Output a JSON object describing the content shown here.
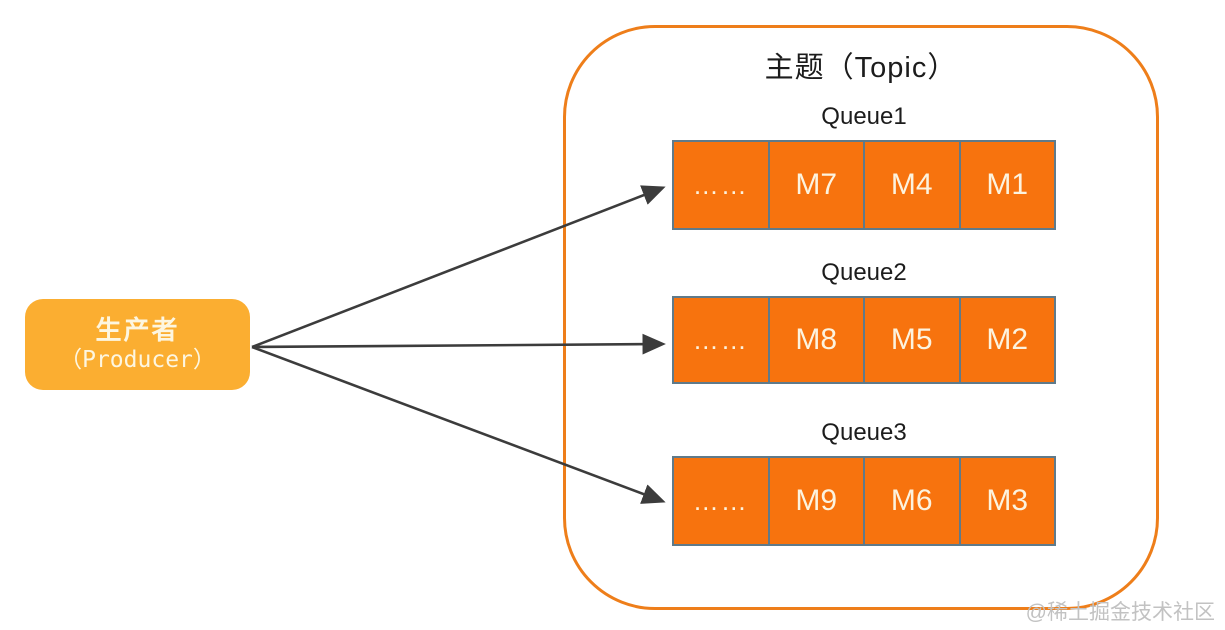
{
  "producer": {
    "label_zh": "生产者",
    "label_en": "（Producer）"
  },
  "topic": {
    "title": "主题（Topic）",
    "queues": [
      {
        "label": "Queue1",
        "cells": [
          "……",
          "M7",
          "M4",
          "M1"
        ]
      },
      {
        "label": "Queue2",
        "cells": [
          "……",
          "M8",
          "M5",
          "M2"
        ]
      },
      {
        "label": "Queue3",
        "cells": [
          "……",
          "M9",
          "M6",
          "M3"
        ]
      }
    ]
  },
  "watermark": "@稀土掘金技术社区",
  "colors": {
    "producer_fill": "#FBAE31",
    "queue_cell_fill": "#F7730E",
    "queue_border": "#5F7A8A",
    "topic_border": "#EE7E1A",
    "arrow": "#3C3C3C",
    "light_text": "#FCF3DF"
  }
}
